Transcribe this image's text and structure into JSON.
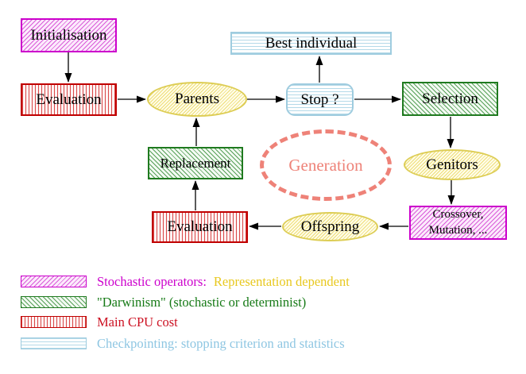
{
  "diagram": {
    "nodes": {
      "initialisation": "Initialisation",
      "evaluation_top": "Evaluation",
      "parents": "Parents",
      "best_individual": "Best individual",
      "stop": "Stop ?",
      "selection": "Selection",
      "replacement": "Replacement",
      "generation": "Generation",
      "genitors": "Genitors",
      "evaluation_bottom": "Evaluation",
      "offspring": "Offspring",
      "crossover_line1": "Crossover,",
      "crossover_line2": "Mutation, ..."
    },
    "edges": [
      "initialisation->evaluation",
      "evaluation->parents",
      "parents->stop",
      "stop->best-individual",
      "stop->selection",
      "selection->genitors",
      "genitors->crossover-mutation",
      "crossover-mutation->offspring",
      "offspring->evaluation-bottom",
      "evaluation-bottom->replacement",
      "replacement->parents"
    ]
  },
  "legend": {
    "items": [
      {
        "swatch": "magenta-diagonal-hatch",
        "label": "Stochastic operators:",
        "label2": "Representation dependent"
      },
      {
        "swatch": "green-diagonal-hatch",
        "label": "\"Darwinism\" (stochastic or determinist)"
      },
      {
        "swatch": "red-vertical-stripes",
        "label": "Main CPU cost"
      },
      {
        "swatch": "cyan-horizontal-stripes",
        "label": "Checkpointing: stopping criterion and statistics"
      }
    ]
  },
  "colors": {
    "magenta": "#cc00cc",
    "green": "#1f7a1f",
    "red": "#cc0000",
    "cyan_border": "#9fccdf",
    "cyan_text": "#8ec6e2",
    "yellow_border": "#ddcd55",
    "gold_text": "#e8c81e",
    "salmon": "#ee8278",
    "arrow": "#000000",
    "background": "#ffffff"
  }
}
